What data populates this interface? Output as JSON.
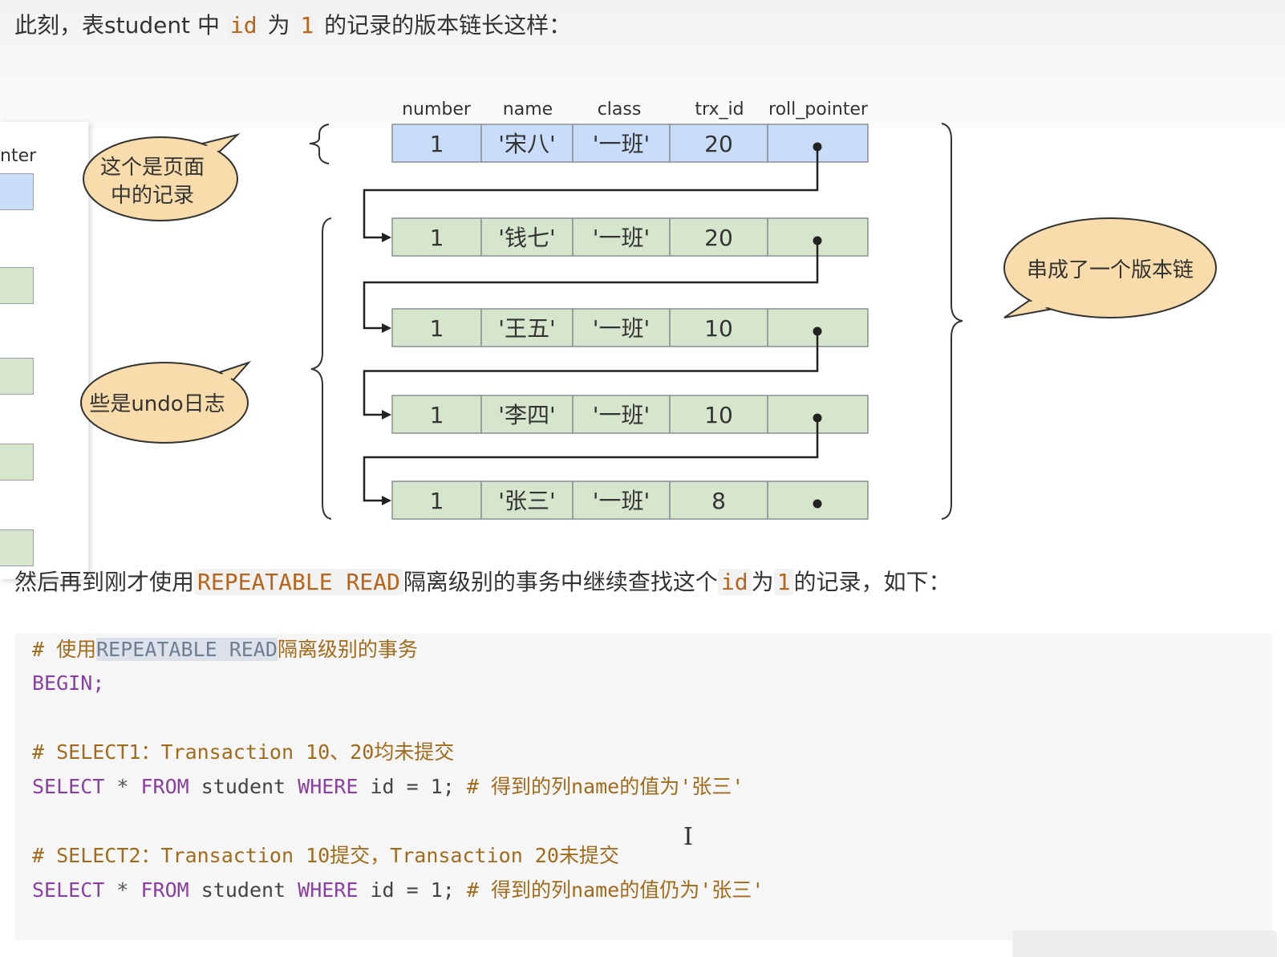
{
  "heading": {
    "prefix": "此刻，表student 中 ",
    "code1": "id",
    "mid": " 为 ",
    "code2": "1",
    "suffix": " 的记录的版本链长这样："
  },
  "left_panel": {
    "label": "nter"
  },
  "callouts": {
    "page_record": [
      "这个是页面",
      "中的记录"
    ],
    "undo_log": "些是undo日志",
    "version_chain": "串成了一个版本链"
  },
  "table": {
    "columns": [
      "number",
      "name",
      "class",
      "trx_id",
      "roll_pointer"
    ],
    "rows": [
      {
        "number": "1",
        "name": "'宋八'",
        "class": "'一班'",
        "trx_id": "20",
        "kind": "page"
      },
      {
        "number": "1",
        "name": "'钱七'",
        "class": "'一班'",
        "trx_id": "20",
        "kind": "undo"
      },
      {
        "number": "1",
        "name": "'王五'",
        "class": "'一班'",
        "trx_id": "10",
        "kind": "undo"
      },
      {
        "number": "1",
        "name": "'李四'",
        "class": "'一班'",
        "trx_id": "10",
        "kind": "undo"
      },
      {
        "number": "1",
        "name": "'张三'",
        "class": "'一班'",
        "trx_id": "8",
        "kind": "undo"
      }
    ]
  },
  "paragraph": {
    "prefix": "然后再到刚才使用",
    "code1": "REPEATABLE READ",
    "mid1": "隔离级别的事务中继续查找这个",
    "code2": "id",
    "mid2": "为",
    "code3": "1",
    "suffix": "的记录，如下："
  },
  "code": {
    "l1_hash": "# ",
    "l1_pre": "使用",
    "l1_hl": "REPEATABLE READ",
    "l1_post": "隔离级别的事务",
    "l2": "BEGIN;",
    "l4": "# SELECT1：Transaction 10、20均未提交",
    "l5_kw1": "SELECT",
    "l5_op1": " * ",
    "l5_kw2": "FROM",
    "l5_tx1": " student ",
    "l5_kw3": "WHERE",
    "l5_tx2": " id = 1; ",
    "l5_cm": "# 得到的列name的值为'张三'",
    "l7": "# SELECT2：Transaction 10提交，Transaction 20未提交",
    "l8_kw1": "SELECT",
    "l8_op1": " * ",
    "l8_kw2": "FROM",
    "l8_tx1": " student ",
    "l8_kw3": "WHERE",
    "l8_tx2": " id = 1; ",
    "l8_cm": "# 得到的列name的值仍为'张三'"
  },
  "colors": {
    "page_row": "#c9dcf8",
    "undo_row": "#d6e6cc",
    "callout_fill": "#f8dcab",
    "comment": "#a26b1b",
    "keyword": "#8a3fa3"
  },
  "cursor_glyph": "I"
}
